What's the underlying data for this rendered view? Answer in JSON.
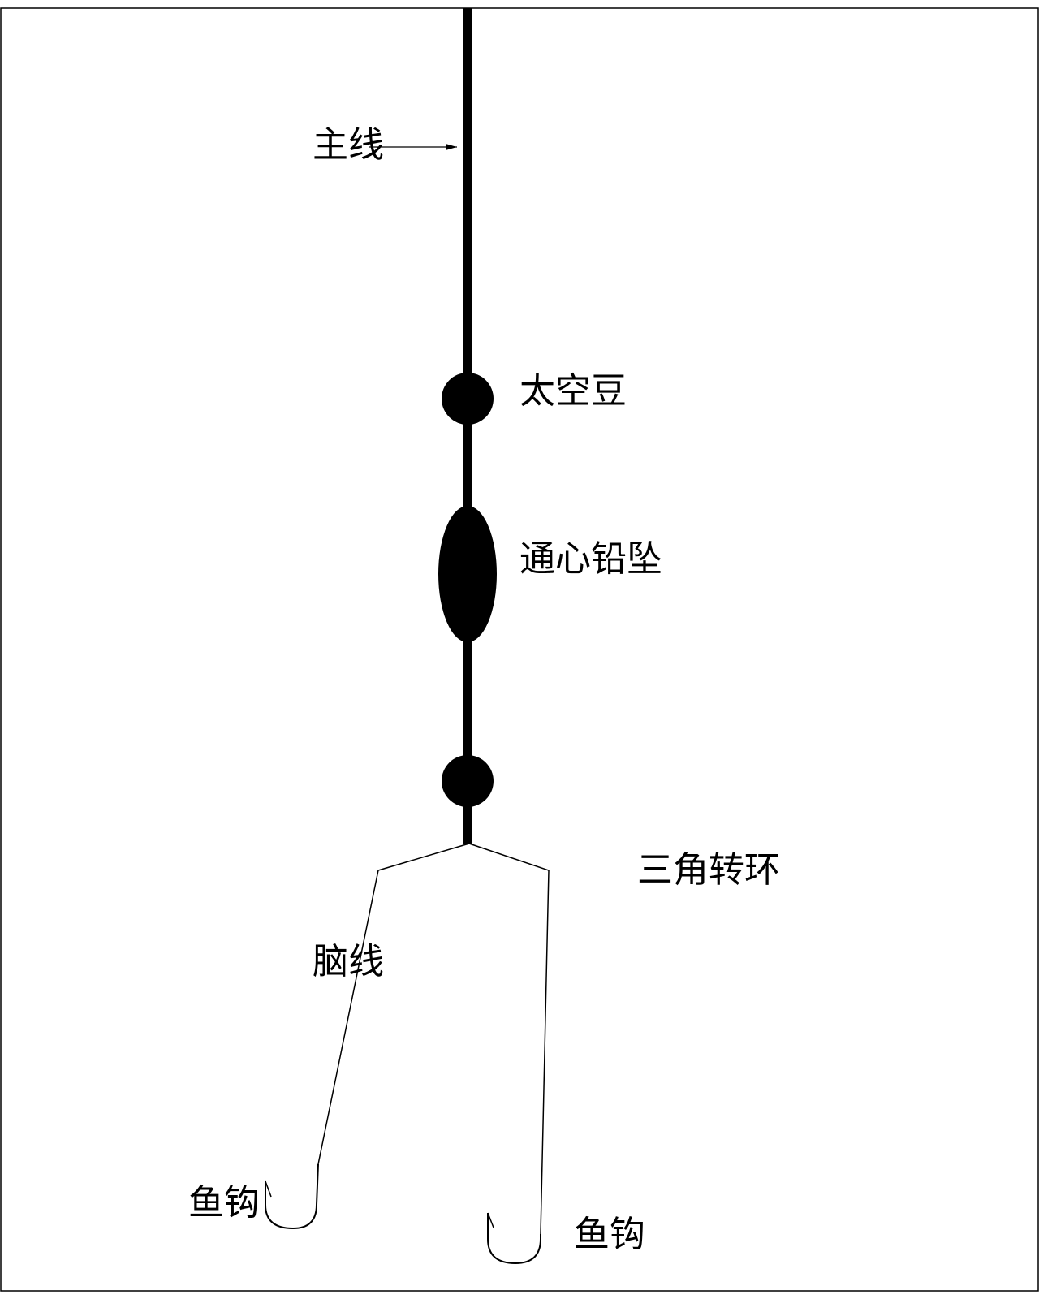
{
  "labels": {
    "main_line": "主线",
    "space_bean": "太空豆",
    "sinker": "通心铅坠",
    "swivel": "三角转环",
    "leader_line": "脑线",
    "hook_left": "鱼钩",
    "hook_right": "鱼钩"
  },
  "colors": {
    "line": "#000000",
    "background": "#ffffff"
  }
}
